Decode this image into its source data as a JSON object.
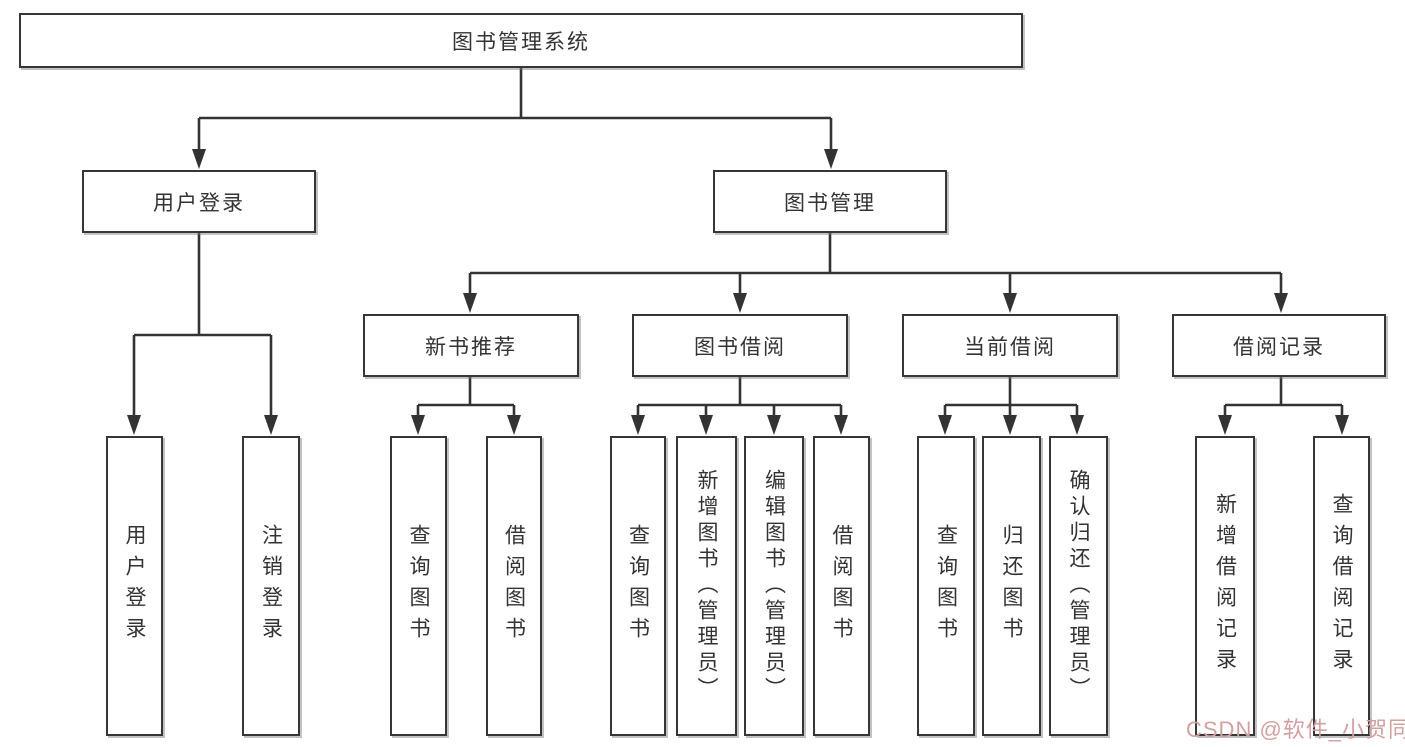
{
  "diagram": {
    "root": {
      "label": "图书管理系统"
    },
    "level2": {
      "user_login": {
        "label": "用户登录"
      },
      "book_mgmt": {
        "label": "图书管理"
      }
    },
    "level3": {
      "new_book": {
        "label": "新书推荐"
      },
      "borrow": {
        "label": "图书借阅"
      },
      "current": {
        "label": "当前借阅"
      },
      "record": {
        "label": "借阅记录"
      }
    },
    "leaves": {
      "user_login": [
        "用户登录",
        "注销登录"
      ],
      "new_book": [
        "查询图书",
        "借阅图书"
      ],
      "borrow": [
        "查询图书",
        "新增图书（管理员）",
        "编辑图书（管理员）",
        "借阅图书"
      ],
      "current": [
        "查询图书",
        "归还图书",
        "确认归还（管理员）"
      ],
      "record": [
        "新增借阅记录",
        "查询借阅记录"
      ]
    }
  },
  "watermark": {
    "text": "CSDN @软件_小贺同学"
  },
  "colors": {
    "line": "#333333",
    "border": "#363636",
    "text": "#333333",
    "watermark": "#d2a0a0",
    "background": "#ffffff"
  }
}
